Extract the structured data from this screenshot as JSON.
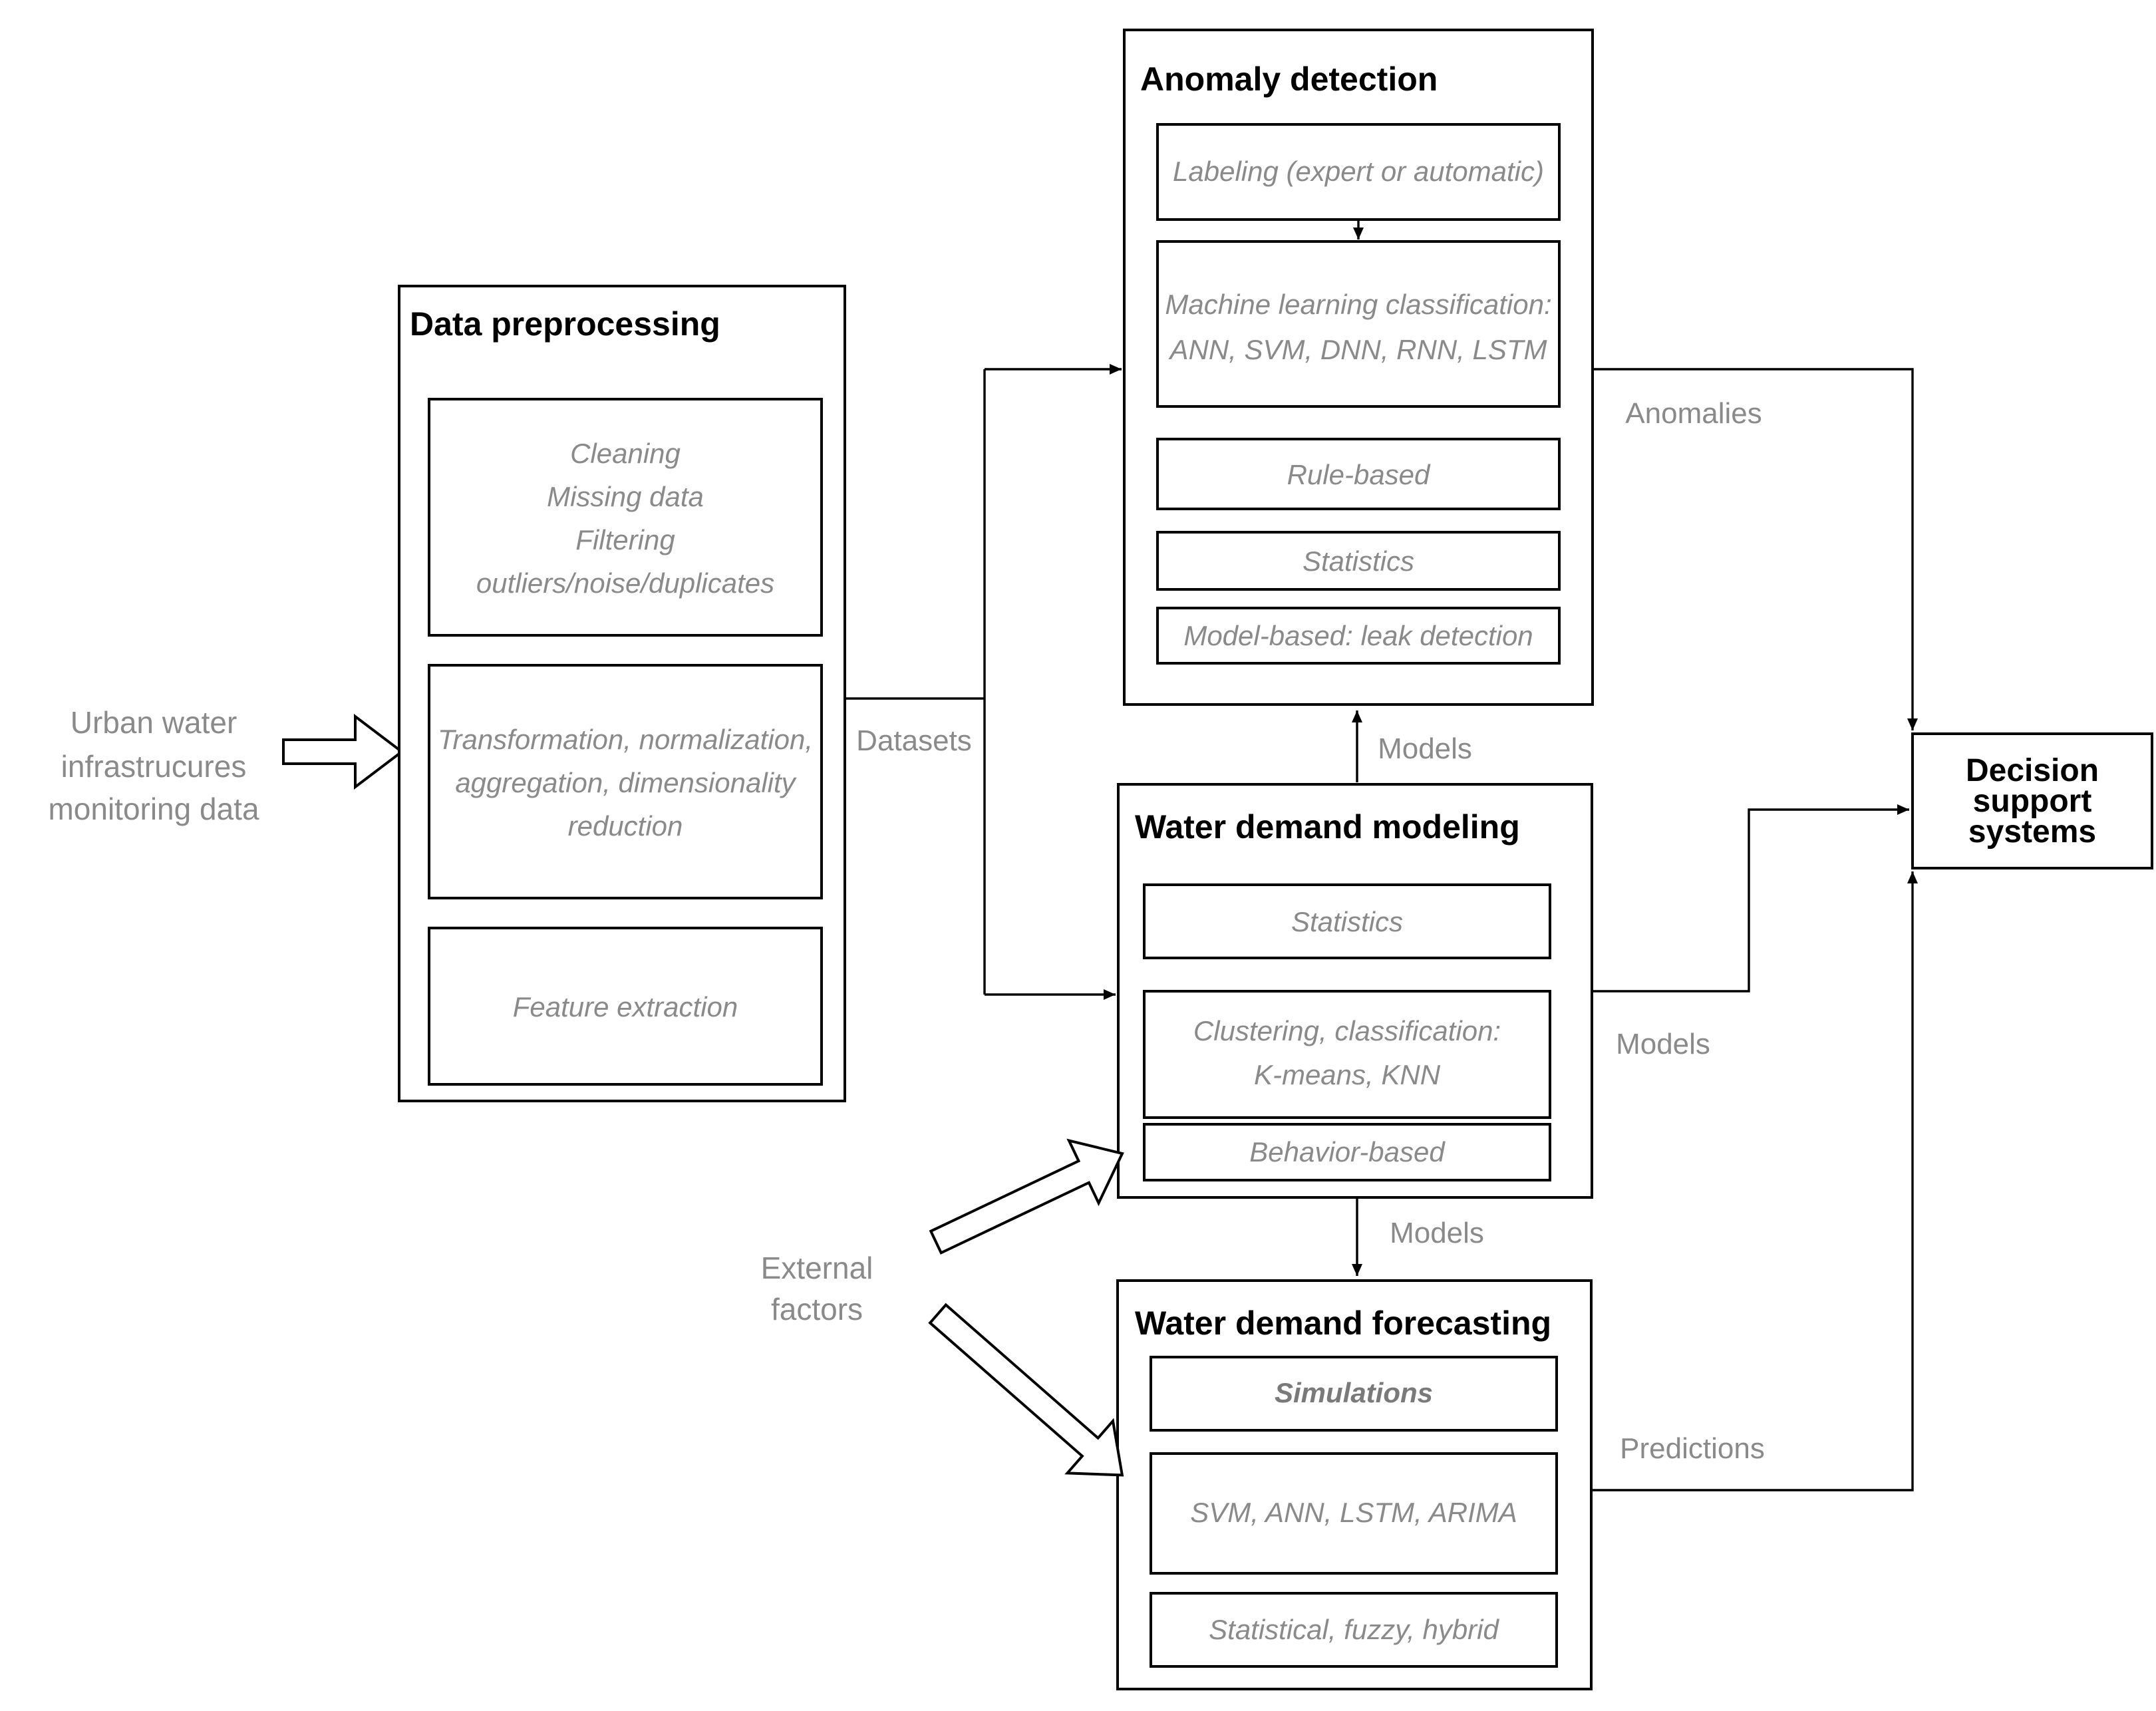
{
  "figure": {
    "colors": {
      "bg": "#ffffff",
      "border": "#000000",
      "title": "#000000",
      "item": "#8a8a8a",
      "label": "#8a8a8a",
      "sim": "#7a7a7a"
    },
    "source": {
      "lines": [
        "Urban water",
        "infrastrucures",
        "monitoring data"
      ]
    },
    "preprocessing": {
      "title": "Data preprocessing",
      "cleaning": {
        "lines": [
          "Cleaning",
          "Missing data",
          "Filtering",
          "outliers/noise/duplicates"
        ]
      },
      "transform": {
        "lines": [
          "Transformation, normalization,",
          "aggregation, dimensionality",
          "reduction"
        ]
      },
      "feature": {
        "lines": [
          "Feature extraction"
        ]
      }
    },
    "anomaly": {
      "title": "Anomaly detection",
      "labeling": "Labeling (expert or automatic)",
      "ml": {
        "lines": [
          "Machine learning classification:",
          "ANN, SVM, DNN, RNN, LSTM"
        ]
      },
      "rule": "Rule-based",
      "statistics": "Statistics",
      "model_based": "Model-based: leak detection"
    },
    "modeling": {
      "title": "Water demand modeling",
      "statistics": "Statistics",
      "clustering": {
        "lines": [
          "Clustering, classification:",
          "K-means, KNN"
        ]
      },
      "behavior": "Behavior-based"
    },
    "forecasting": {
      "title": "Water demand forecasting",
      "simulations": "Simulations",
      "ml": "SVM, ANN, LSTM, ARIMA",
      "statistical": "Statistical, fuzzy, hybrid"
    },
    "dss": {
      "lines": [
        "Decision",
        "support",
        "systems"
      ]
    },
    "labels": {
      "datasets": "Datasets",
      "anomalies": "Anomalies",
      "models_to_anomaly": "Models",
      "models_to_dss": "Models",
      "models_to_forecasting": "Models",
      "predictions": "Predictions",
      "external": {
        "lines": [
          "External",
          "factors"
        ]
      }
    }
  }
}
